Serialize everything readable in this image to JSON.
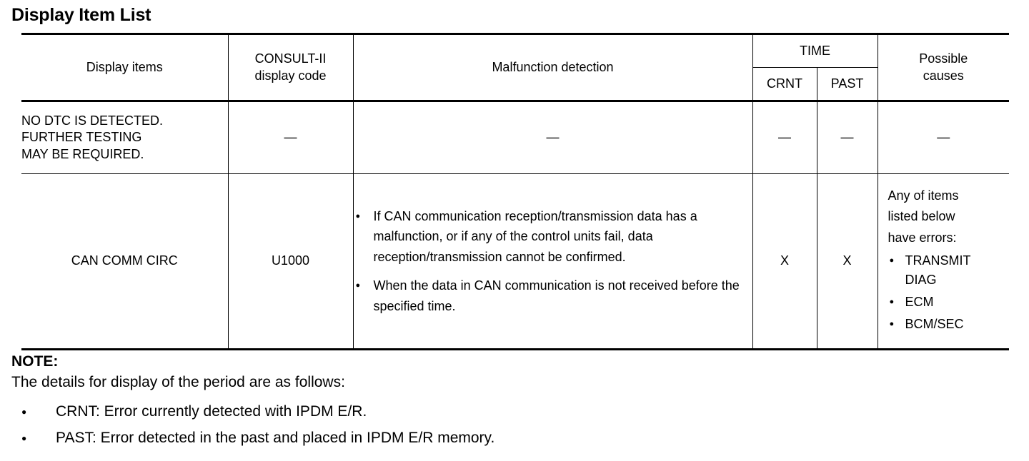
{
  "page_title": "Display Item List",
  "table": {
    "headers": {
      "display_items": "Display items",
      "consult_code": "CONSULT-II\ndisplay code",
      "consult_code_line1": "CONSULT-II",
      "consult_code_line2": "display code",
      "malfunction_detection": "Malfunction detection",
      "time": "TIME",
      "crnt": "CRNT",
      "past": "PAST",
      "possible_causes_line1": "Possible",
      "possible_causes_line2": "causes"
    },
    "rows": [
      {
        "display_item_line1": "NO DTC IS DETECTED.",
        "display_item_line2": "FURTHER TESTING",
        "display_item_line3": "MAY BE REQUIRED.",
        "code": "—",
        "malfunction": "—",
        "crnt": "—",
        "past": "—",
        "possible_causes": "—"
      },
      {
        "display_item": "CAN COMM CIRC",
        "code": "U1000",
        "malfunction_bullets": [
          "If CAN communication reception/transmission data has a malfunction, or if any of the control units fail, data reception/transmission cannot be confirmed.",
          "When the data in CAN communication is not received before the specified time."
        ],
        "crnt": "X",
        "past": "X",
        "causes_intro_line1": "Any of items",
        "causes_intro_line2": "listed below",
        "causes_intro_line3": "have errors:",
        "cause_bullets": [
          {
            "line1": "TRANSMIT",
            "line2": "DIAG"
          },
          {
            "line1": "ECM",
            "line2": ""
          },
          {
            "line1": "BCM/SEC",
            "line2": ""
          }
        ]
      }
    ]
  },
  "note": {
    "label": "NOTE:",
    "intro": "The details for display of the period are as follows:",
    "items": [
      "CRNT: Error currently detected with IPDM E/R.",
      "PAST: Error detected in the past and placed in IPDM E/R memory."
    ]
  }
}
